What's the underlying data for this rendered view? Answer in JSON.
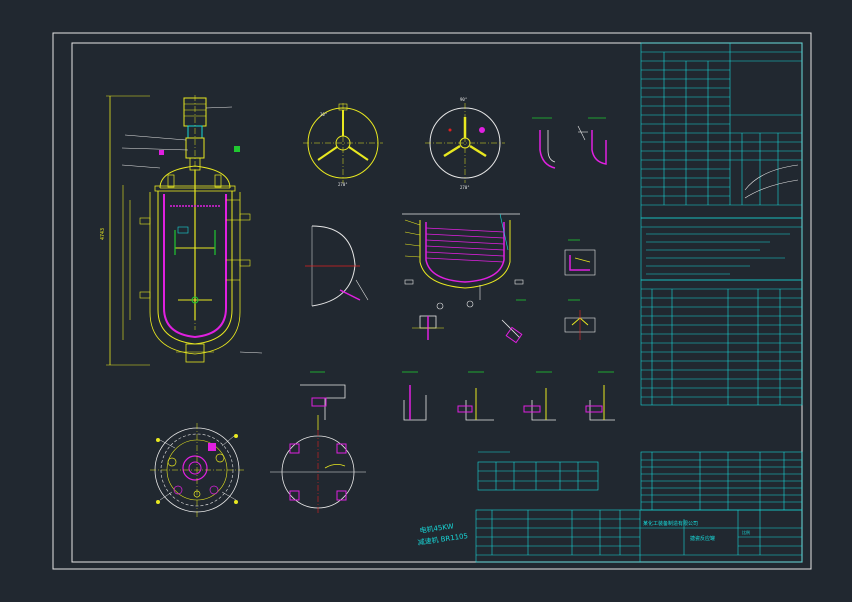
{
  "colors": {
    "background": "#212830",
    "frame": "#e6e6e6",
    "cyan": "#18d8d8",
    "yellow": "#e8e820",
    "magenta": "#e020e0",
    "green": "#20c830",
    "red": "#e02020"
  },
  "drawing": {
    "dimension_height": "4743",
    "title_line1": "电机45KW",
    "title_line2": "减速机 BR1105",
    "top_view_angle1": "30°",
    "top_view_angle2": "270°",
    "plan_angle1": "90°",
    "plan_angle2": "270°"
  },
  "title_block": {
    "company": "某化工装备制造有限公司",
    "drawing_name": "搪瓷反应罐",
    "scale_label": "比例"
  }
}
